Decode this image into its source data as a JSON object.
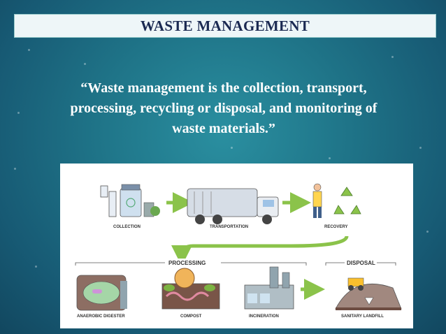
{
  "slide": {
    "title": "WASTE MANAGEMENT",
    "quote_line1": "“Waste management is the collection,  transport,",
    "quote_line2": "processing, recycling or disposal, and monitoring of",
    "quote_line3": "waste materials.”"
  },
  "diagram": {
    "stage_collection": "COLLECTION",
    "stage_transportation": "TRANSPORTATION",
    "stage_recovery": "RECOVERY",
    "section_processing": "PROCESSING",
    "section_disposal": "DISPOSAL",
    "stage_anaerobic": "ANAEROBIC DIGESTER",
    "stage_compost": "COMPOST",
    "stage_incineration": "INCINERATION",
    "stage_landfill": "SANITARY LANDFILL"
  },
  "colors": {
    "background": "#1f7488",
    "title_text": "#1b2a52",
    "title_box": "#eef6f8",
    "arrow_green": "#8bc34a"
  }
}
